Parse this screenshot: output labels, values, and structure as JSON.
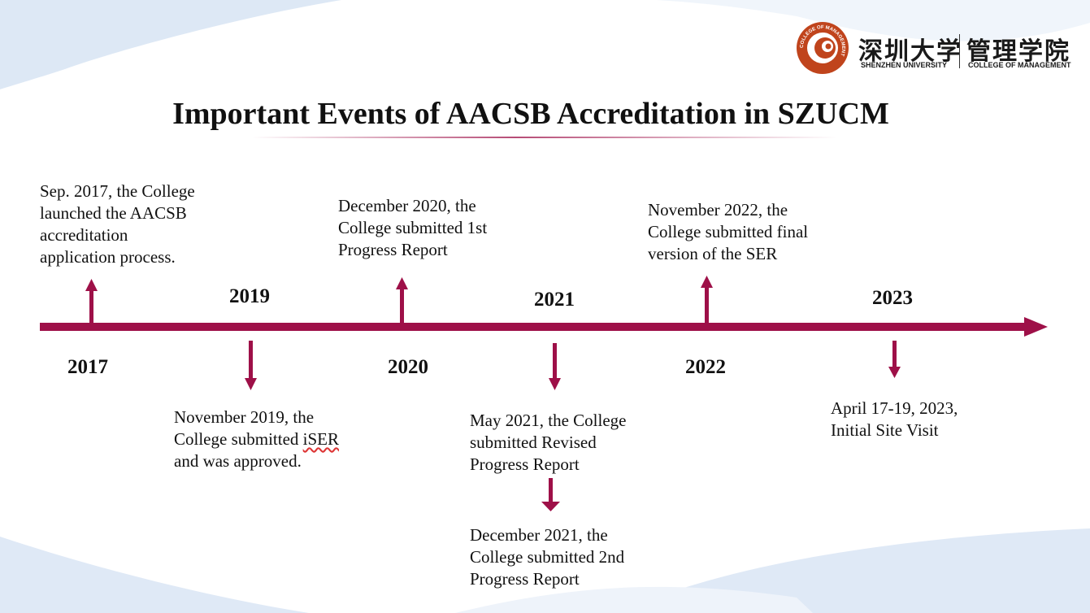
{
  "title": "Important Events of AACSB Accreditation in SZUCM",
  "logo": {
    "university_cn": "深圳大学",
    "university_en": "SHENZHEN UNIVERSITY",
    "college_cn": "管理学院",
    "college_en": "COLLEGE OF MANAGEMENT",
    "seal_text": "COLLEGE OF MANAGEMENT"
  },
  "colors": {
    "accent": "#9e1048",
    "logo_orange": "#c0441c",
    "wave": "#dde8f5"
  },
  "years": {
    "y2017": "2017",
    "y2019": "2019",
    "y2020": "2020",
    "y2021": "2021",
    "y2022": "2022",
    "y2023": "2023"
  },
  "events": {
    "e2017": [
      "Sep. 2017, the College",
      "launched the AACSB",
      "accreditation",
      "application process."
    ],
    "e2019": {
      "l1": "November 2019, the",
      "l2a": "College submitted ",
      "l2b": "iSER",
      "l3": "and was approved."
    },
    "e2020": [
      "December 2020, the",
      "College submitted 1st",
      "Progress Report"
    ],
    "e2021a": [
      "May 2021, the College",
      "submitted Revised",
      "Progress Report"
    ],
    "e2021b": [
      "December 2021, the",
      "College submitted 2nd",
      "Progress Report"
    ],
    "e2022": [
      "November 2022, the",
      "College submitted final",
      "version of the SER"
    ],
    "e2023": [
      "April 17-19, 2023,",
      "Initial Site Visit"
    ]
  }
}
